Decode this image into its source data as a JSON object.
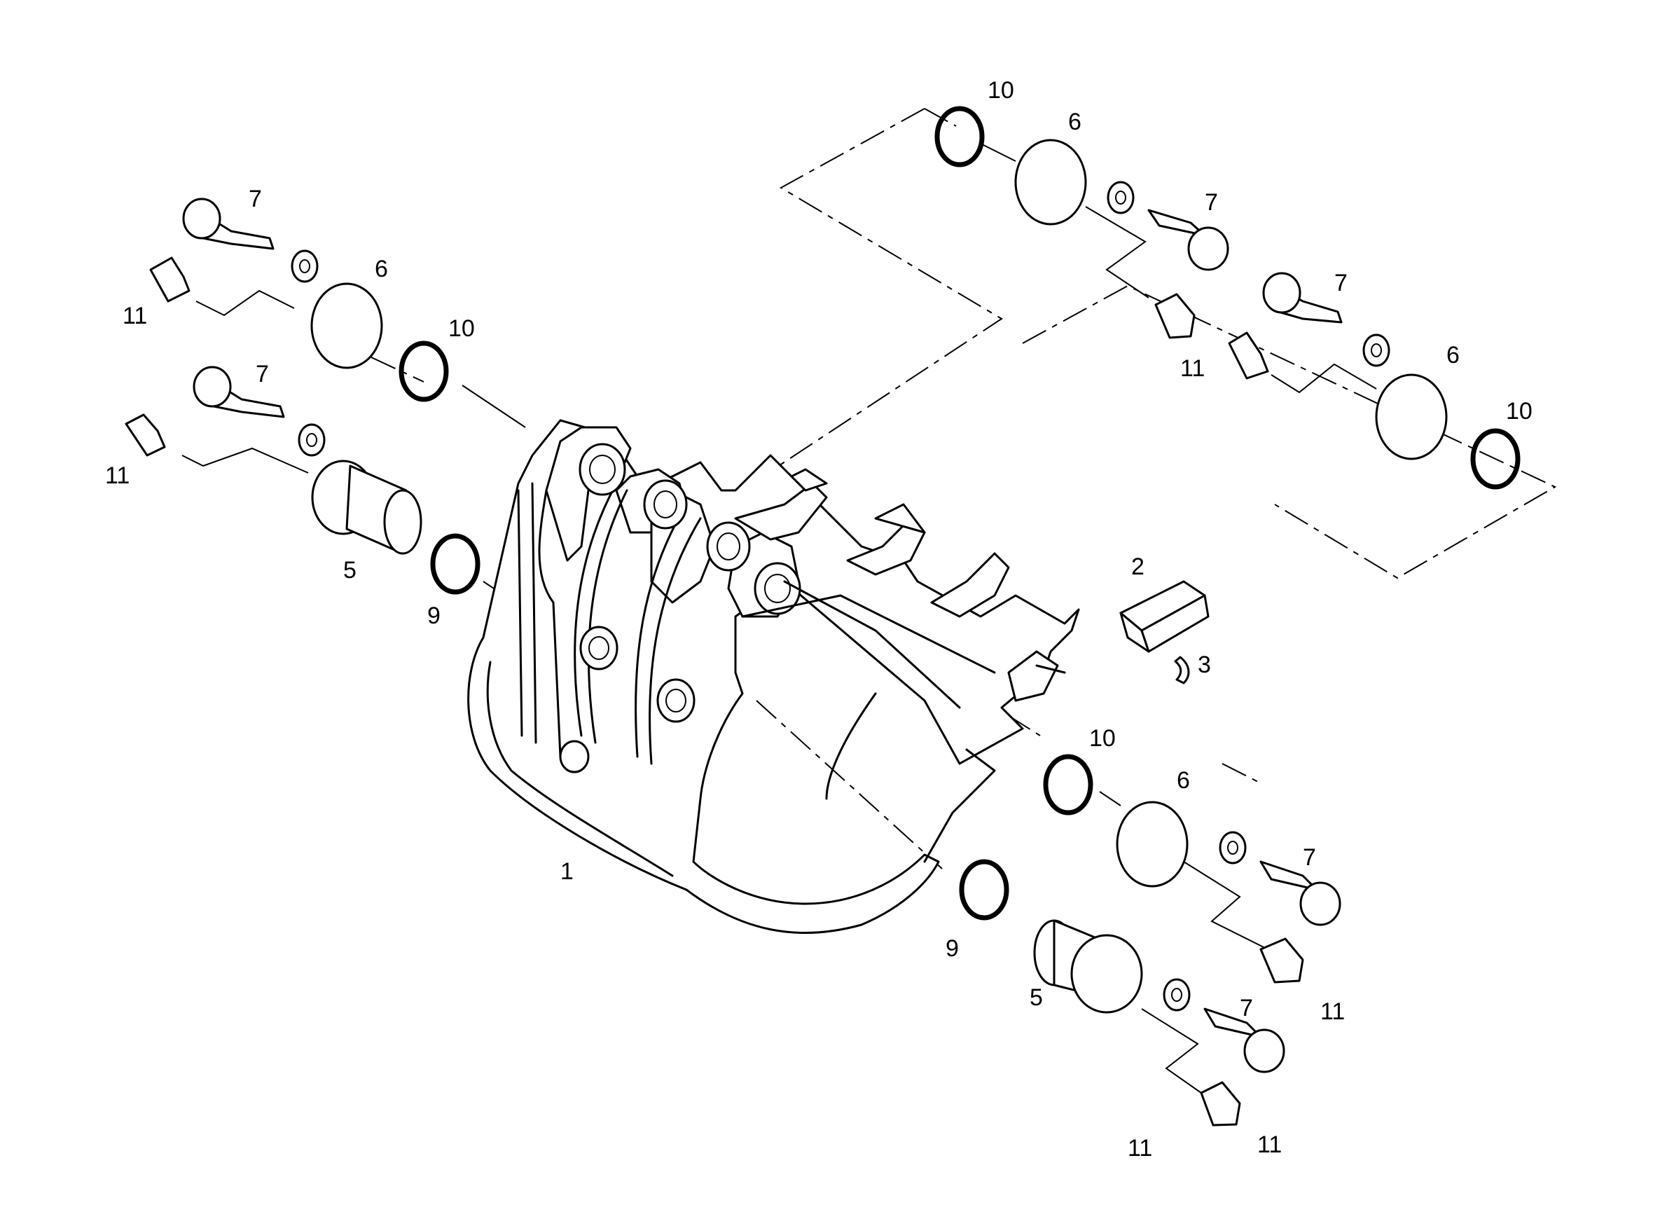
{
  "diagram": {
    "labels": {
      "1": "1",
      "2": "2",
      "3": "3",
      "5a": "5",
      "5b": "5",
      "6a": "6",
      "6b": "6",
      "6c": "6",
      "6d": "6",
      "7a": "7",
      "7b": "7",
      "7c": "7",
      "7d": "7",
      "7e": "7",
      "7f": "7",
      "9a": "9",
      "9b": "9",
      "10a": "10",
      "10b": "10",
      "10c": "10",
      "10d": "10",
      "11a": "11",
      "11b": "11",
      "11c": "11",
      "11d": "11",
      "11e": "11",
      "11f": "11"
    }
  }
}
